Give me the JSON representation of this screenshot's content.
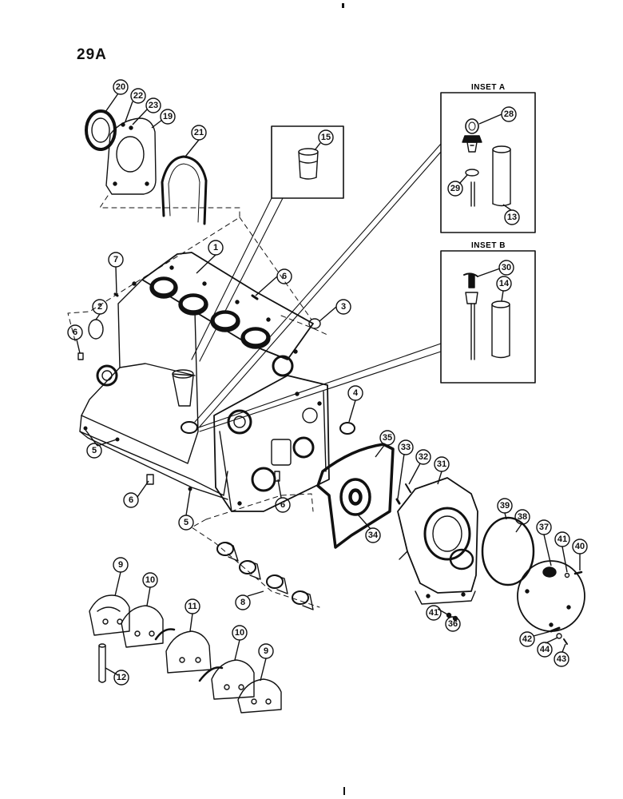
{
  "page_number": "29A",
  "insets": {
    "a": {
      "title": "INSET A"
    },
    "b": {
      "title": "INSET B"
    }
  },
  "callouts": {
    "c1": "1",
    "c2": "2",
    "c3": "3",
    "c4": "4",
    "c5a": "5",
    "c5b": "5",
    "c6a": "6",
    "c6b": "6",
    "c6c": "6",
    "c6d": "6",
    "c7": "7",
    "c8": "8",
    "c9a": "9",
    "c9b": "9",
    "c10a": "10",
    "c10b": "10",
    "c11": "11",
    "c12": "12",
    "c13": "13",
    "c14": "14",
    "c15": "15",
    "c19": "19",
    "c20": "20",
    "c21": "21",
    "c22": "22",
    "c23": "23",
    "c28": "28",
    "c29": "29",
    "c30": "30",
    "c31": "31",
    "c32": "32",
    "c33": "33",
    "c34": "34",
    "c35": "35",
    "c36": "36",
    "c37": "37",
    "c38": "38",
    "c39": "39",
    "c40": "40",
    "c41a": "41",
    "c41b": "41",
    "c42": "42",
    "c43": "43",
    "c44": "44"
  }
}
